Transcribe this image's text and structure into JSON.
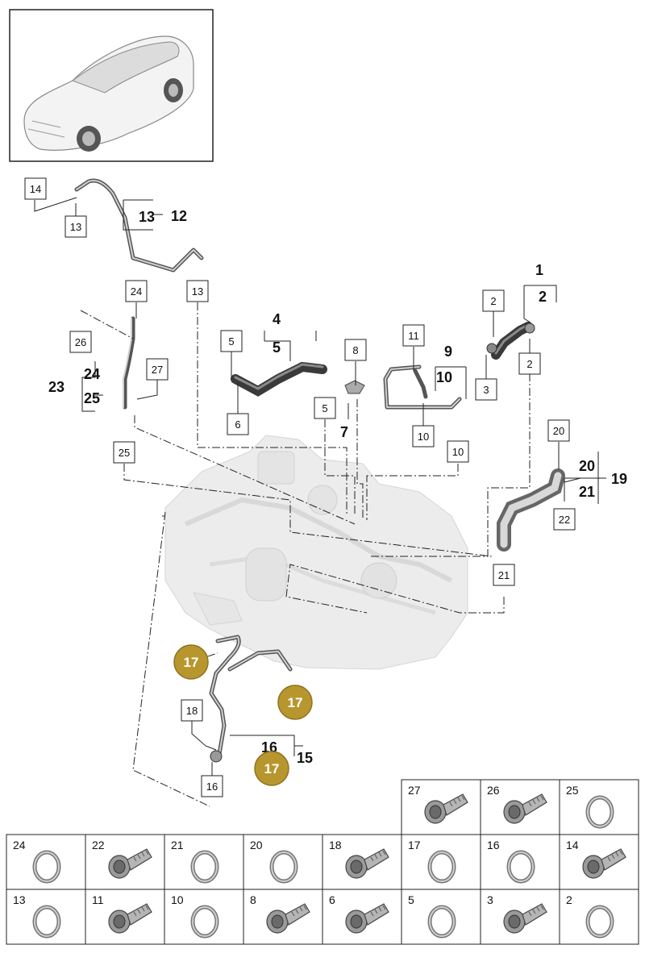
{
  "callouts": {
    "n14": "14",
    "n13a": "13",
    "n13b": "13",
    "n12": "12",
    "n13c": "13",
    "n24a": "24",
    "n26a": "26",
    "n27a": "27",
    "n23": "23",
    "n24b": "24",
    "n25b": "25",
    "n25a": "25",
    "n4": "4",
    "n5b": "5",
    "n5a": "5",
    "n6": "6",
    "n5c": "5",
    "n8": "8",
    "n7": "7",
    "n11": "11",
    "n9": "9",
    "n10b": "10",
    "n10a": "10",
    "n10c": "10",
    "n1": "1",
    "n2b": "2",
    "n2a": "2",
    "n3": "3",
    "n2c": "2",
    "n20a": "20",
    "n20b": "20",
    "n21b": "21",
    "n19": "19",
    "n22": "22",
    "n21a": "21",
    "n17a": "17",
    "n17b": "17",
    "n17c": "17",
    "n18": "18",
    "n16b": "16",
    "n15": "15",
    "n16a": "16"
  },
  "parts_table": {
    "row1": [
      {
        "number": "27",
        "icon": "bolt-icon"
      },
      {
        "number": "26",
        "icon": "bolt-icon"
      },
      {
        "number": "25",
        "icon": "seal-ring-icon"
      }
    ],
    "row2": [
      {
        "number": "24",
        "icon": "seal-ring-icon"
      },
      {
        "number": "22",
        "icon": "bolt-icon"
      },
      {
        "number": "21",
        "icon": "seal-ring-icon"
      },
      {
        "number": "20",
        "icon": "seal-ring-icon"
      },
      {
        "number": "18",
        "icon": "bolt-icon"
      },
      {
        "number": "17",
        "icon": "seal-ring-icon"
      },
      {
        "number": "16",
        "icon": "seal-ring-icon"
      },
      {
        "number": "14",
        "icon": "bolt-icon"
      }
    ],
    "row3": [
      {
        "number": "13",
        "icon": "seal-ring-icon"
      },
      {
        "number": "11",
        "icon": "bolt-icon"
      },
      {
        "number": "10",
        "icon": "seal-ring-icon"
      },
      {
        "number": "8",
        "icon": "bolt-icon"
      },
      {
        "number": "6",
        "icon": "bolt-icon"
      },
      {
        "number": "5",
        "icon": "seal-ring-icon"
      },
      {
        "number": "3",
        "icon": "bolt-icon"
      },
      {
        "number": "2",
        "icon": "seal-ring-icon"
      }
    ]
  },
  "colors": {
    "badge": "#b8962e",
    "badge_border": "#8f7220",
    "engine_fill": "#ececec",
    "line": "#222222"
  }
}
